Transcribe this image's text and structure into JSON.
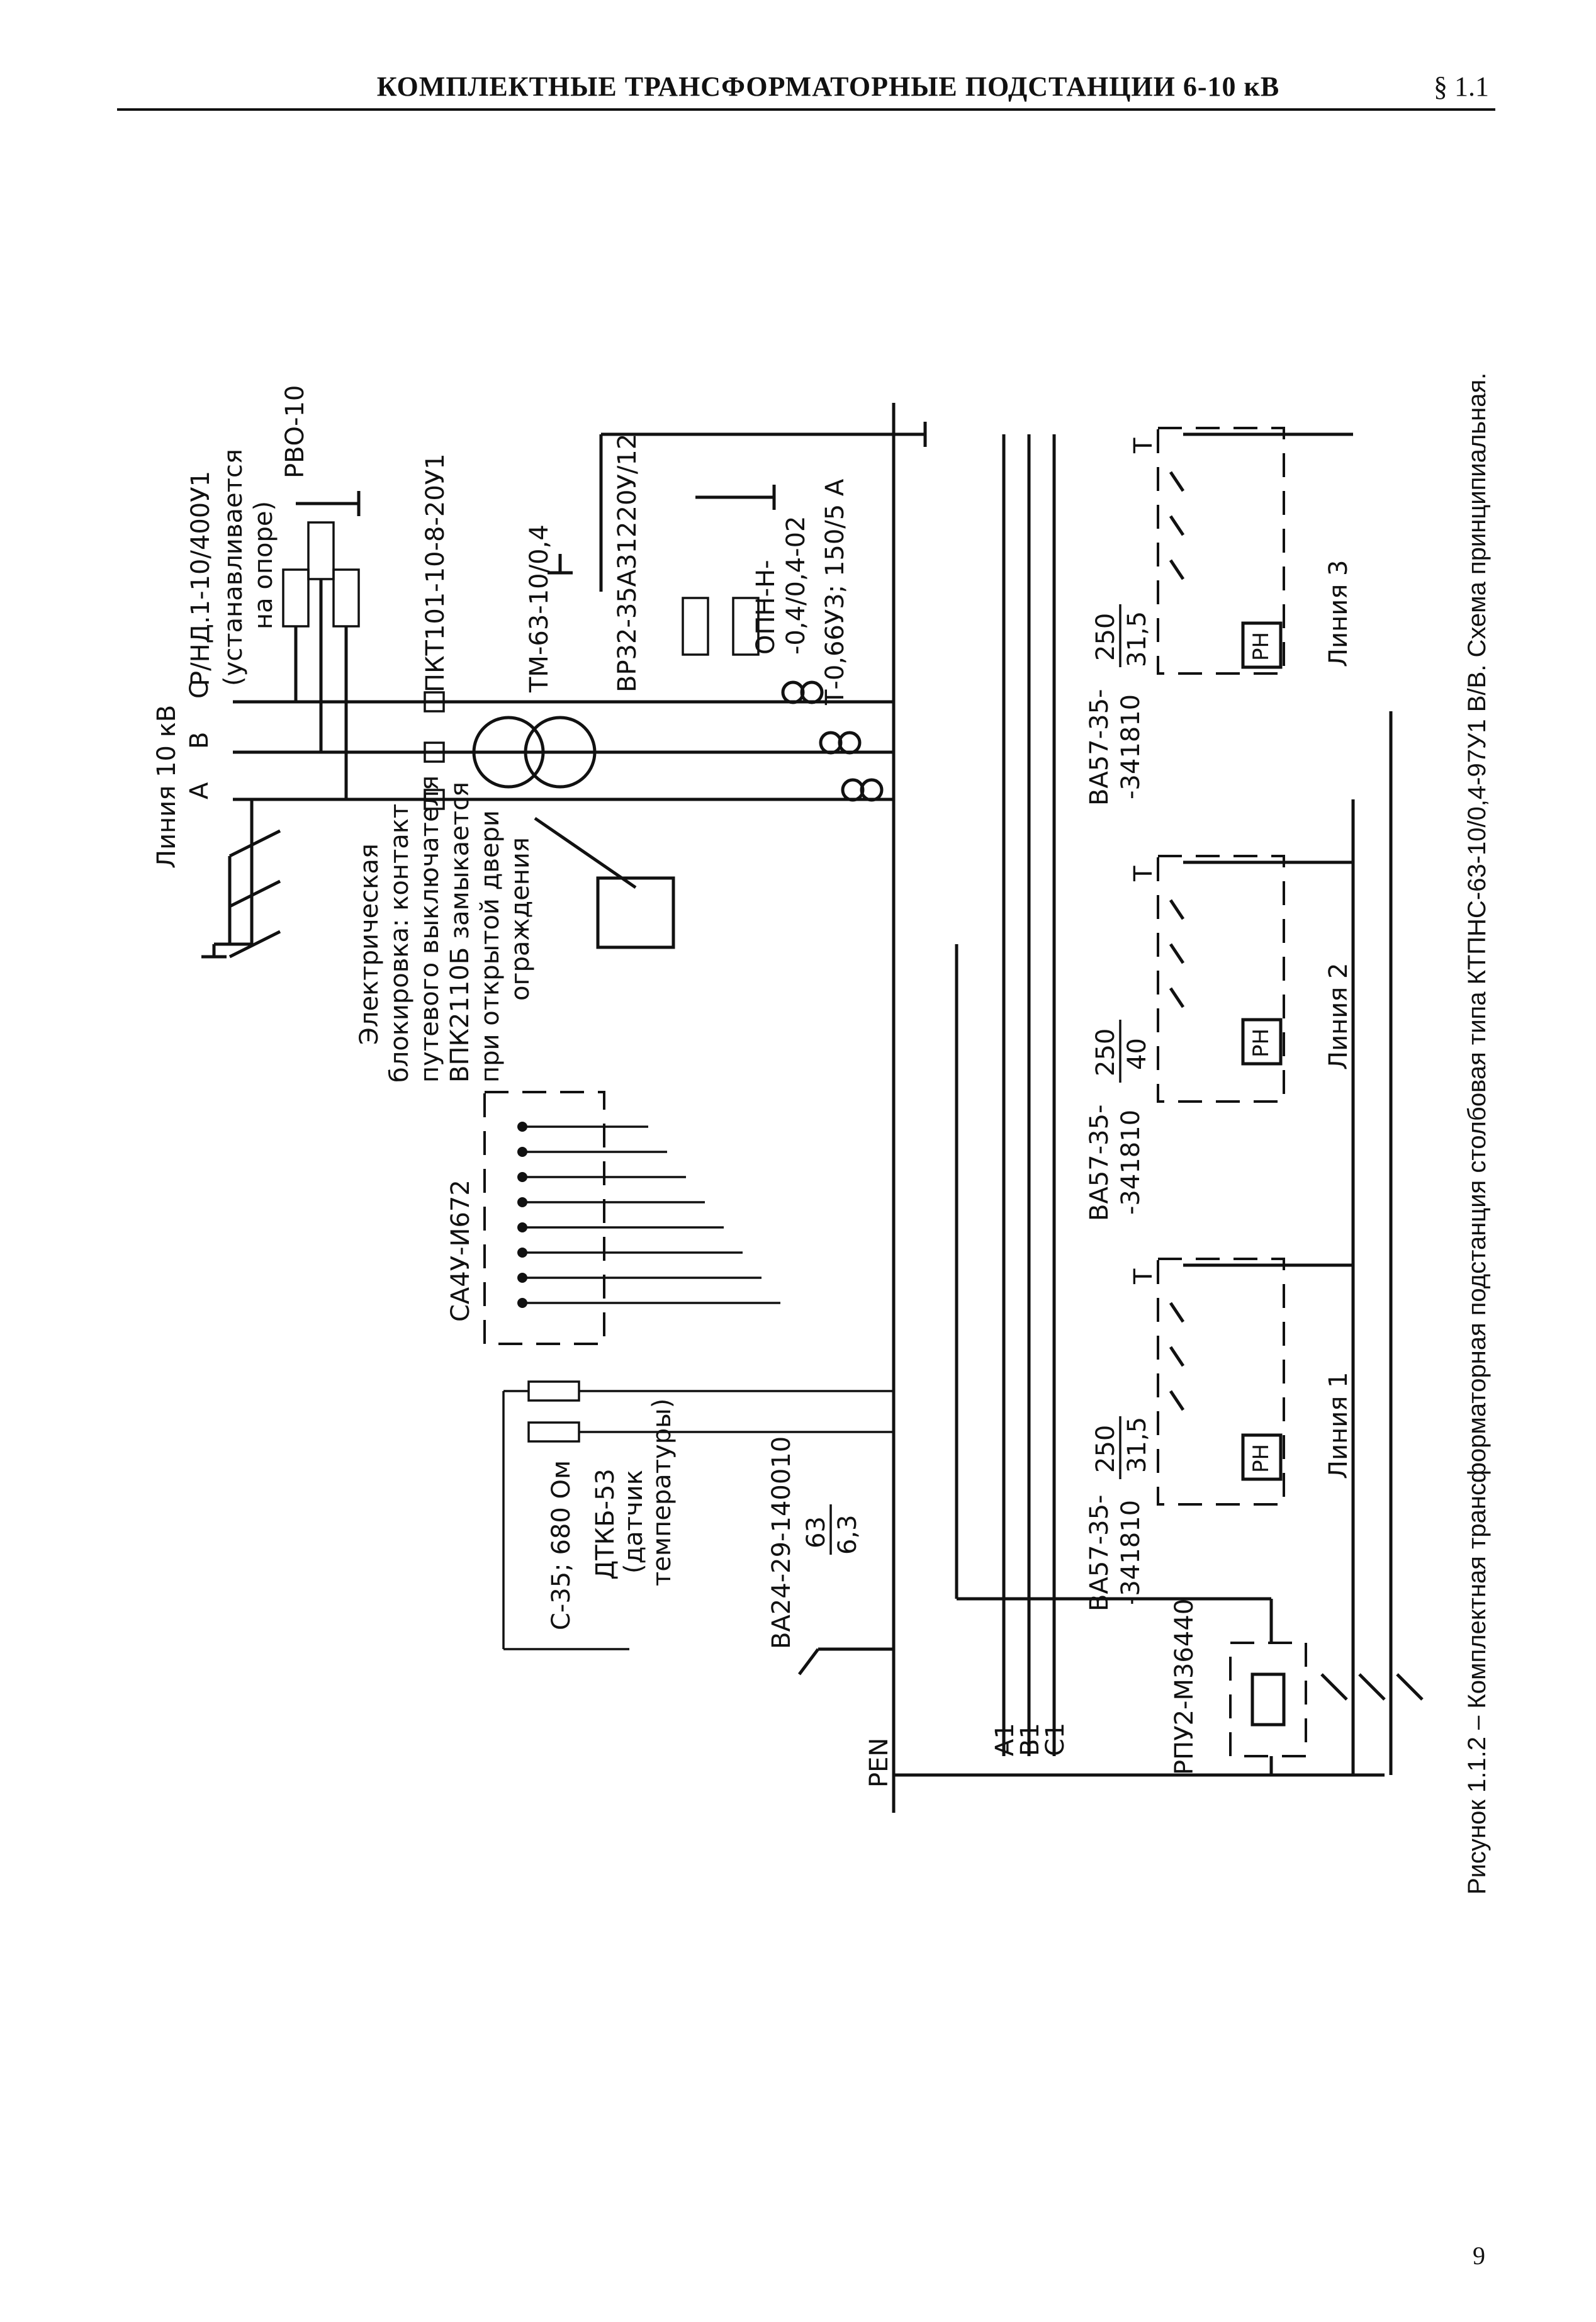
{
  "header": {
    "title": "КОМПЛЕКТНЫЕ ТРАНСФОРМАТОРНЫЕ ПОДСТАНЦИИ 6-10 кВ",
    "section": "§ 1.1"
  },
  "page_number": "9",
  "caption": "Рисунок 1.1.2 – Комплектная трансформаторная подстанция столбовая типа КТПНС-63-10/0,4-97У1 В/В. Схема принципиальная.",
  "labels": {
    "line10kv": "Линия 10 кВ",
    "phases": [
      "A",
      "B",
      "C"
    ],
    "disconnector": "Р/НД.1-10/400У1",
    "disconnector_note_1": "(устанавливается",
    "disconnector_note_2": "на опоре)",
    "arrester_hv": "РВО-10",
    "fuse_hv": "ПКТ101-10-8-20У1",
    "transformer": "ТМ-63-10/0,4",
    "switch_lv": "ВР32-35А31220У/12",
    "arrester_lv": "ОПН-Н-",
    "arrester_lv_2": "-0,4/0,4-02",
    "ct": "Т-0,66У3; 150/5 А",
    "interlock_1": "Электрическая",
    "interlock_2": "блокировка: контакт",
    "interlock_3": "путевого выключателя",
    "interlock_4": "ВПК2110Б замыкается",
    "interlock_5": "при открытой двери",
    "interlock_6": "ограждения",
    "meter": "СА4У-И672",
    "resistor": "С-35; 680 Ом",
    "sensor_1": "ДТКБ-53",
    "sensor_2": "(датчик",
    "sensor_3": "температуры)",
    "breaker_aux": "ВА24-29-140010",
    "breaker_aux_num": "63",
    "breaker_aux_den": "6,3",
    "relay": "РПУ2-М36440",
    "pen": "PEN",
    "bus_a": "А1",
    "bus_b": "В1",
    "bus_c": "С1",
    "breaker_type": "ВА57-35-",
    "breaker_type_2": "-341810",
    "rn": "РН",
    "t": "Т",
    "feeders": [
      {
        "name": "Линия 1",
        "num": "250",
        "den": "31,5"
      },
      {
        "name": "Линия 2",
        "num": "250",
        "den": "40"
      },
      {
        "name": "Линия 3",
        "num": "250",
        "den": "31,5"
      }
    ]
  }
}
